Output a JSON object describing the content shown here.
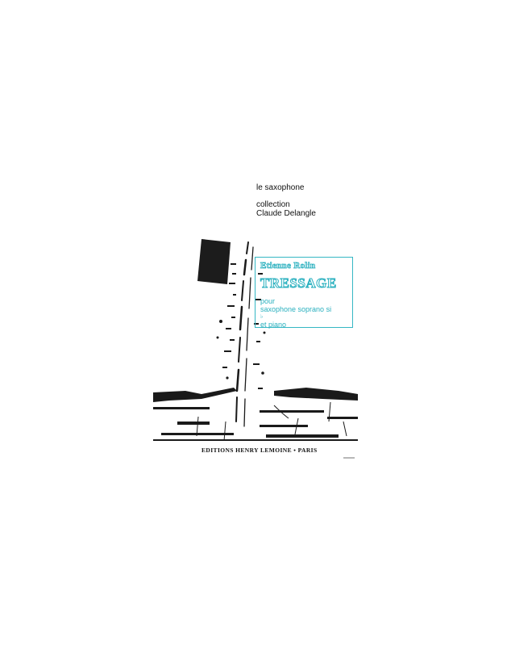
{
  "cover": {
    "series": "le saxophone",
    "collection_line1": "collection",
    "collection_line2": "Claude Delangle",
    "composer": "Etienne Rolin",
    "title": "TRESSAGE",
    "instrumentation_line1": "pour",
    "instrumentation_line2": "saxophone soprano si",
    "instrumentation_flat": "♭",
    "instrumentation_line3": "et piano",
    "publisher": "EDITIONS HENRY LEMOINE • PARIS",
    "artwork_icon": "saxophone-photo-collage",
    "accent_color": "#35b7c4"
  }
}
